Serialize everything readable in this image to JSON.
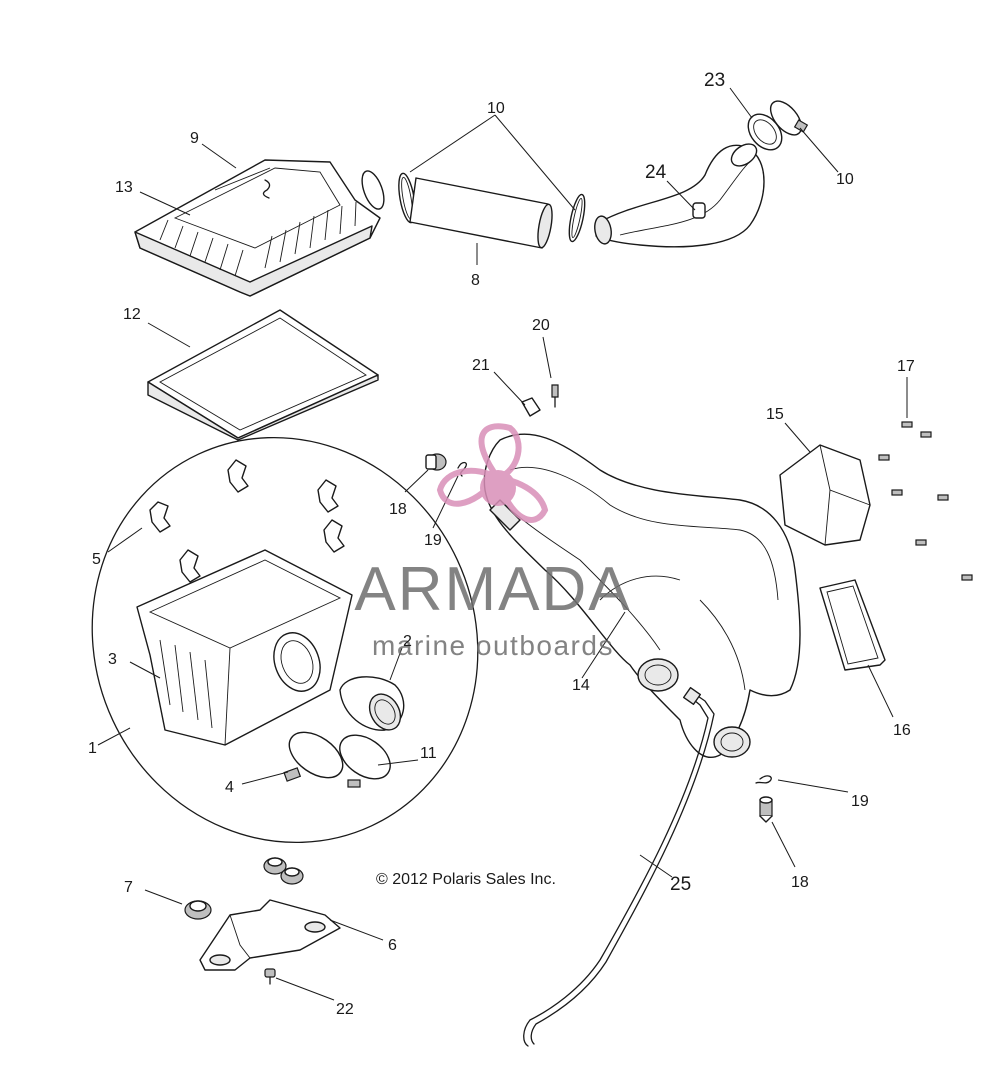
{
  "callouts": {
    "c1": "1",
    "c2": "2",
    "c3": "3",
    "c4": "4",
    "c5": "5",
    "c6": "6",
    "c7": "7",
    "c8": "8",
    "c9": "9",
    "c10a": "10",
    "c10b": "10",
    "c11": "11",
    "c12": "12",
    "c13": "13",
    "c14": "14",
    "c15": "15",
    "c16": "16",
    "c17": "17",
    "c18a": "18",
    "c18b": "18",
    "c19a": "19",
    "c19b": "19",
    "c20": "20",
    "c21": "21",
    "c22": "22",
    "c23": "23",
    "c24": "24",
    "c25": "25"
  },
  "copyright": "© 2012 Polaris Sales Inc.",
  "watermark": {
    "title": "ARMADA",
    "subtitle": "marine outboards",
    "logo_icon": "propeller-logo-icon"
  },
  "colors": {
    "line": "#1a1a1a",
    "watermark_text": "#6e6e6e",
    "watermark_logo": "#d98fb8"
  }
}
